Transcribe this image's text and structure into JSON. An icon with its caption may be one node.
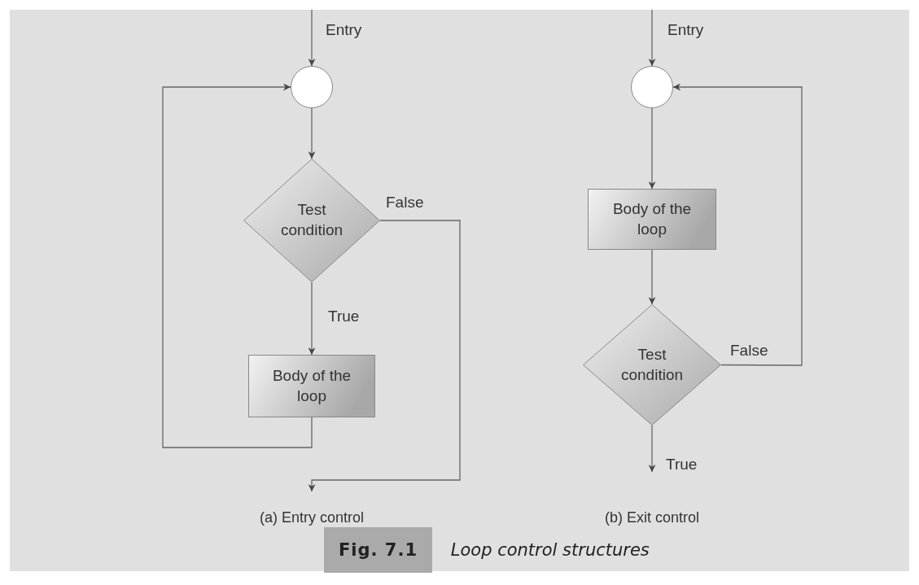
{
  "diagram": {
    "caption": "**Fig. 7.1** *Loop control structures*",
    "nodes": [
      {
        "text": [],
        "shape": "circle"
      },
      {
        "text": [
          "Test condition"
        ]
      },
      {
        "text": [
          "Body of the loop"
        ]
      },
      {
        "text": [],
        "shape": "circle"
      },
      {
        "text": [
          "Body of the loop"
        ]
      },
      {
        "text": [
          "Test condition"
        ]
      }
    ],
    "edges": [
      {
        "from": null,
        "to": 0,
        "arrow": "to",
        "label": "Entry"
      },
      {
        "from": 0,
        "to": 1,
        "arrow": "to"
      },
      {
        "from": 1,
        "to": 2,
        "arrow": "to",
        "label": "True"
      },
      {
        "from": 2,
        "to": 0,
        "arrow": "to"
      },
      {
        "from": 1,
        "to": null,
        "arrow": "to",
        "label": "False"
      },
      {
        "from": null,
        "to": 3,
        "arrow": "to",
        "label": "Entry"
      },
      {
        "from": 3,
        "to": 4,
        "arrow": "to"
      },
      {
        "from": 4,
        "to": 5,
        "arrow": "to"
      },
      {
        "from": 5,
        "to": 3,
        "arrow": "to",
        "label": "False"
      },
      {
        "from": 5,
        "to": null,
        "arrow": "to",
        "label": "True"
      }
    ],
    "labels": [
      "(a) Entry control",
      "(b) Exit control"
    ]
  }
}
